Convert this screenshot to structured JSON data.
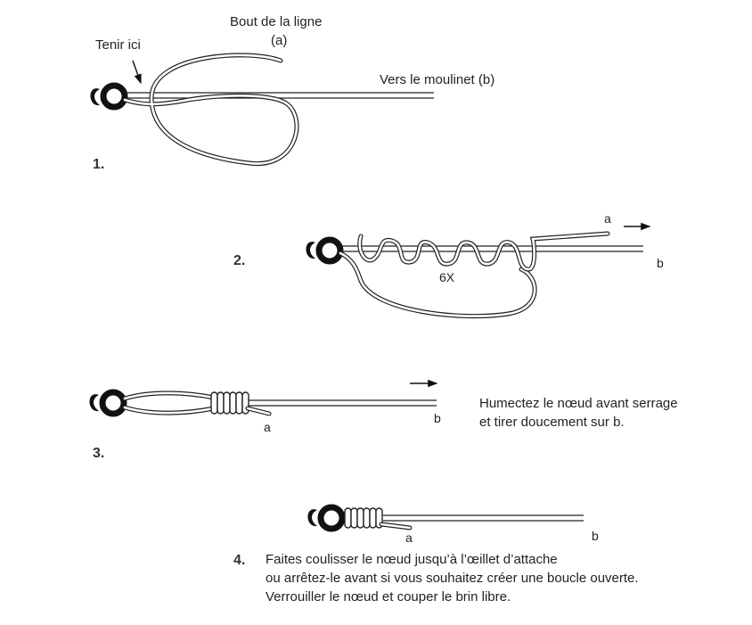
{
  "step1": {
    "number": "1.",
    "hold_label": "Tenir ici",
    "tag_end_label": "Bout de la ligne",
    "tag_end_letter": "(a)",
    "reel_label": "Vers le moulinet (b)"
  },
  "step2": {
    "number": "2.",
    "a": "a",
    "b": "b",
    "turns": "6X"
  },
  "step3": {
    "number": "3.",
    "a": "a",
    "b": "b",
    "note_line1": "Humectez le nœud avant serrage",
    "note_line2": "et tirer doucement sur b."
  },
  "step4": {
    "number": "4.",
    "a": "a",
    "b": "b",
    "line1": "Faites coulisser le nœud jusqu’à l’œillet d’attache",
    "line2": "ou arrêtez-le avant si vous souhaitez créer une boucle ouverte.",
    "line3": "Verrouiller le nœud et couper le brin libre."
  }
}
